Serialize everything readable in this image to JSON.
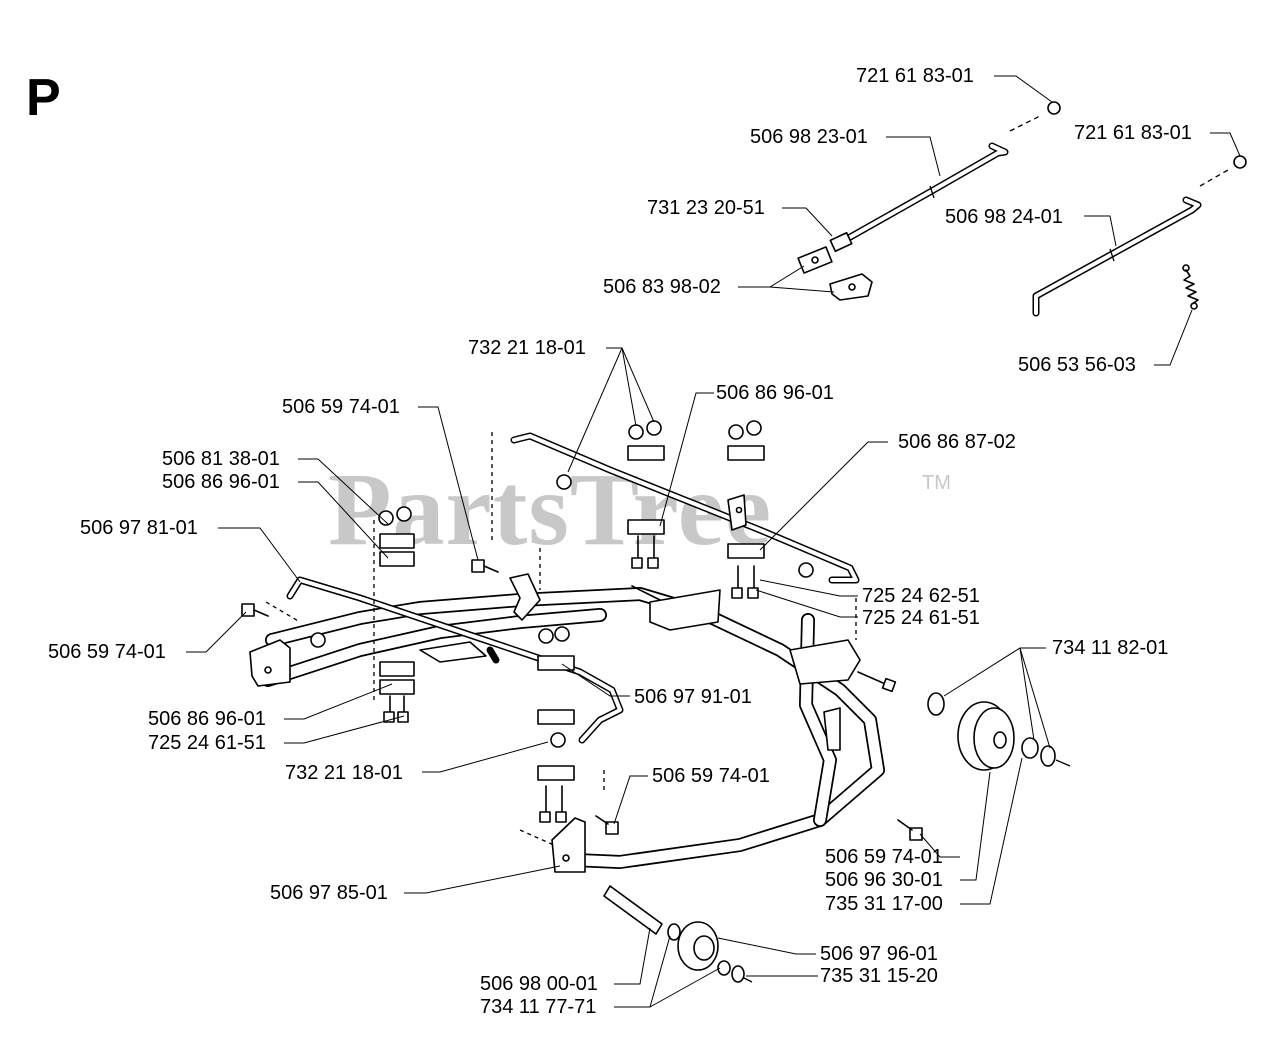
{
  "section_letter": "P",
  "watermark": "PartsTree",
  "trademark": "TM",
  "parts": {
    "p721618301_a": "721 61 83-01",
    "p506982301": "506 98 23-01",
    "p721618301_b": "721 61 83-01",
    "p731232051": "731 23 20-51",
    "p506982401": "506 98 24-01",
    "p506839802": "506 83 98-02",
    "p506535603": "506 53 56-03",
    "p732211801_a": "732 21 18-01",
    "p506869601_a": "506 86 96-01",
    "p506597401_a": "506 59 74-01",
    "p506868702": "506 86 87-02",
    "p506813801": "506 81 38-01",
    "p506869601_b": "506 86 96-01",
    "p506978101": "506 97 81-01",
    "p725246251": "725 24 62-51",
    "p725246151_a": "725 24 61-51",
    "p506597401_b": "506 59 74-01",
    "p734118201": "734 11 82-01",
    "p506979101": "506 97 91-01",
    "p506869601_c": "506 86 96-01",
    "p725246151_b": "725 24 61-51",
    "p732211801_b": "732 21 18-01",
    "p506597401_c": "506 59 74-01",
    "p506597401_d": "506 59 74-01",
    "p506963001": "506 96 30-01",
    "p735311700": "735 31 17-00",
    "p506978501": "506 97 85-01",
    "p506979601": "506 97 96-01",
    "p506980001": "506 98 00-01",
    "p735311520": "735 31 15-20",
    "p734117771": "734 11 77-71"
  }
}
